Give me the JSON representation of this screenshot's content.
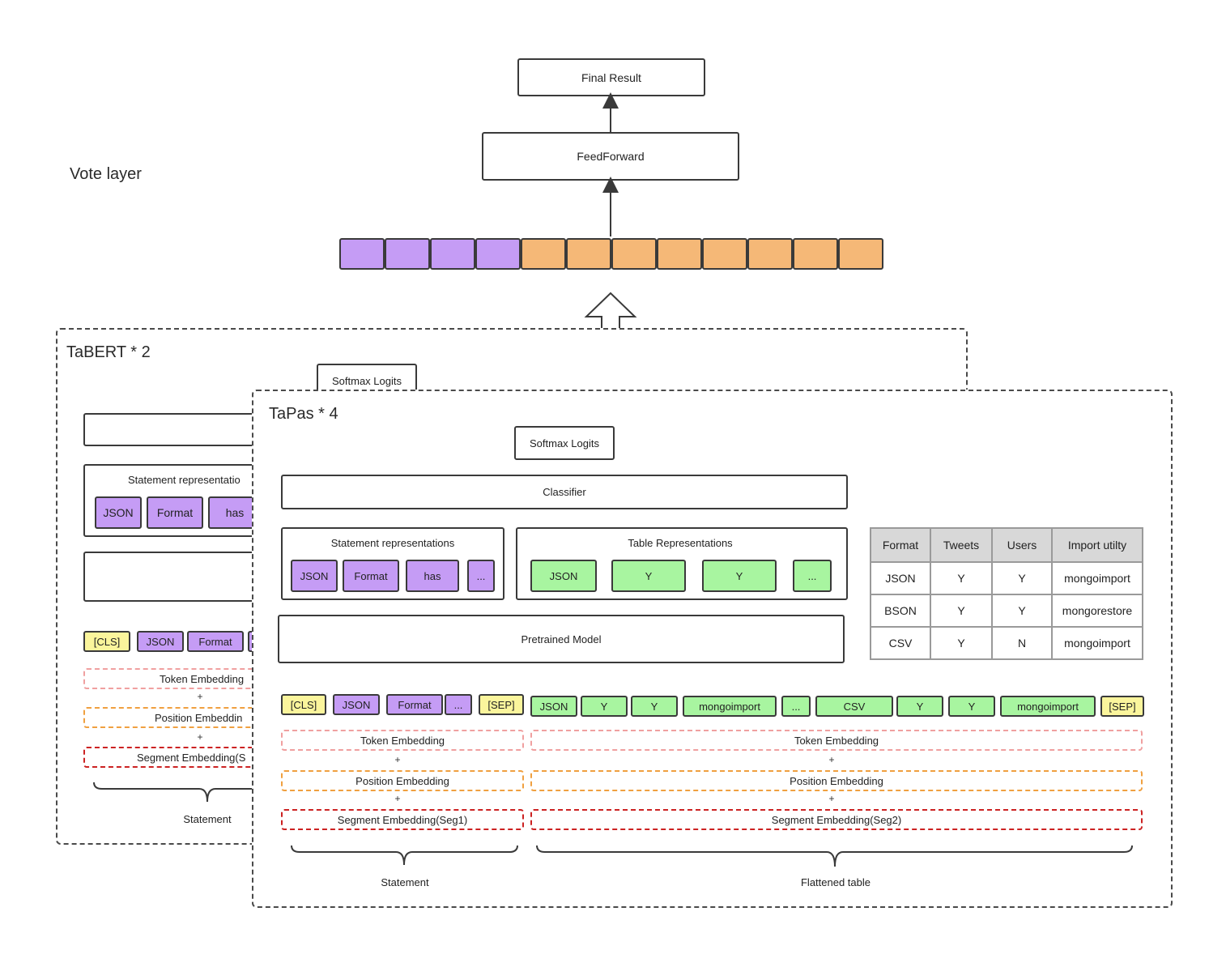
{
  "vote_layer_label": "Vote layer",
  "final_result": "Final Result",
  "feedforward": "FeedForward",
  "vector": {
    "purple_count": 4,
    "orange_count": 8,
    "colors": {
      "purple": "#c59cf5",
      "orange": "#f5b877"
    }
  },
  "tabert": {
    "title": "TaBERT * 2",
    "softmax": "Softmax Logits",
    "statement_repr": "Statement representatio",
    "statement_tokens": [
      "JSON",
      "Format",
      "has"
    ],
    "input_tokens": [
      "[CLS]",
      "JSON",
      "Format"
    ],
    "token_embedding": "Token Embedding",
    "position_embedding": "Position Embeddin",
    "segment_embedding": "Segment Embedding(S",
    "plus": "+",
    "statement_label": "Statement"
  },
  "tapas": {
    "title": "TaPas * 4",
    "softmax": "Softmax Logits",
    "classifier": "Classifier",
    "statement_repr": "Statement representations",
    "statement_repr_tokens": [
      "JSON",
      "Format",
      "has",
      "..."
    ],
    "table_repr": "Table Representations",
    "table_repr_tokens": [
      "JSON",
      "Y",
      "Y",
      "..."
    ],
    "pretrained": "Pretrained Model",
    "statement_tokens": [
      {
        "text": "[CLS]",
        "color": "yellow"
      },
      {
        "text": "JSON",
        "color": "purple"
      },
      {
        "text": "Format",
        "color": "purple"
      },
      {
        "text": "...",
        "color": "purple"
      },
      {
        "text": "[SEP]",
        "color": "yellow"
      }
    ],
    "table_tokens": [
      {
        "text": "JSON",
        "color": "green"
      },
      {
        "text": "Y",
        "color": "green"
      },
      {
        "text": "Y",
        "color": "green"
      },
      {
        "text": "mongoimport",
        "color": "green"
      },
      {
        "text": "...",
        "color": "green"
      },
      {
        "text": "CSV",
        "color": "green"
      },
      {
        "text": "Y",
        "color": "green"
      },
      {
        "text": "Y",
        "color": "green"
      },
      {
        "text": "mongoimport",
        "color": "green"
      },
      {
        "text": "[SEP]",
        "color": "yellow"
      }
    ],
    "token_embedding": "Token Embedding",
    "position_embedding": "Position Embedding",
    "segment_embedding_1": "Segment Embedding(Seg1)",
    "segment_embedding_2": "Segment Embedding(Seg2)",
    "plus": "+",
    "statement_label": "Statement",
    "flattened_label": "Flattened table"
  },
  "table": {
    "headers": [
      "Format",
      "Tweets",
      "Users",
      "Import utilty"
    ],
    "rows": [
      [
        "JSON",
        "Y",
        "Y",
        "mongoimport"
      ],
      [
        "BSON",
        "Y",
        "Y",
        "mongorestore"
      ],
      [
        "CSV",
        "Y",
        "N",
        "mongoimport"
      ]
    ]
  }
}
